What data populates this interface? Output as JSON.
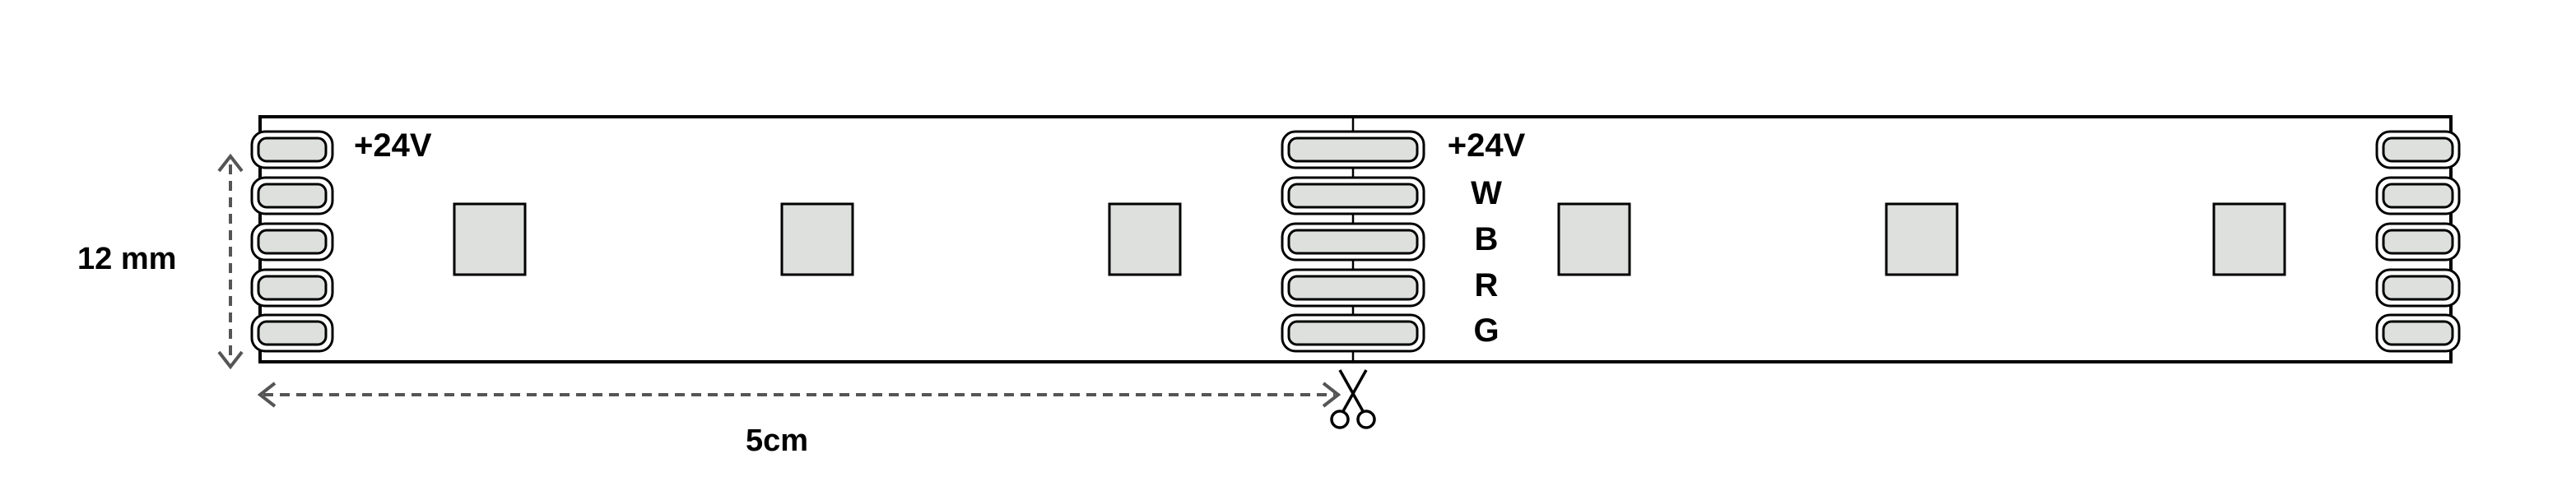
{
  "labels": {
    "height": "12 mm",
    "length": "5cm",
    "voltage_left": "+24V",
    "voltage_right": "+24V",
    "channel_w": "W",
    "channel_b": "B",
    "channel_r": "R",
    "channel_g": "G"
  },
  "colors": {
    "outline": "#000000",
    "pad_fill": "#dde0dd",
    "led_fill": "#dde0dd",
    "dimension_line": "#555555"
  },
  "icons": {
    "cut_mark": "scissors-icon"
  }
}
